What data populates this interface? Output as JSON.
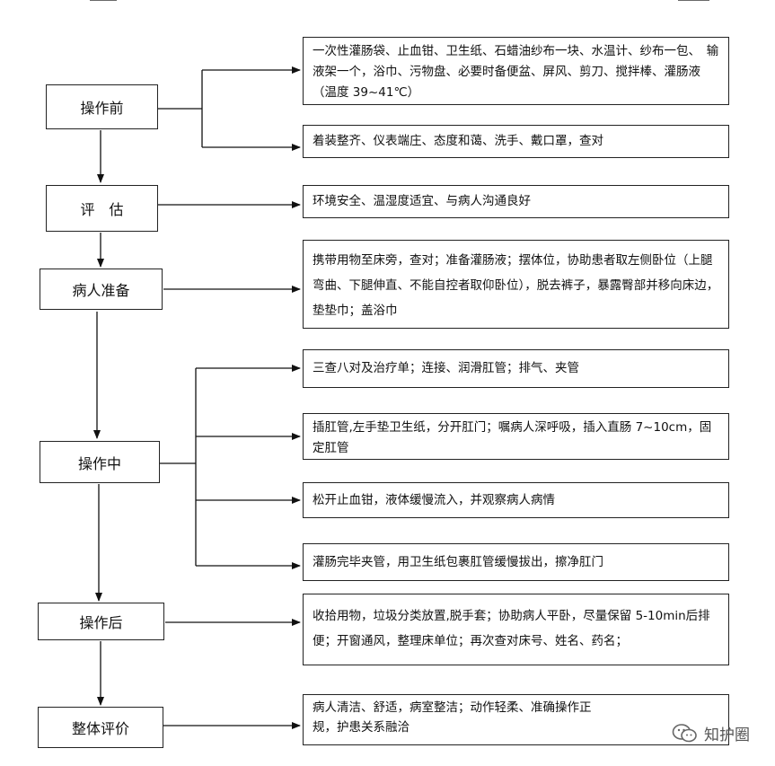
{
  "steps": {
    "before": "操作前",
    "assess": "评　估",
    "prepare": "病人准备",
    "during": "操作中",
    "after": "操作后",
    "evaluate": "整体评价"
  },
  "details": {
    "before_1": "一次性灌肠袋、止血钳、卫生纸、石蜡油纱布一块、水温计、纱布一包、　输液架一个，浴巾、污物盘、必要时备便盆、屏风、剪刀、搅拌棒、灌肠液（温度 39~41℃）",
    "before_2": "着装整齐、仪表端庄、态度和蔼、洗手、戴口罩，查对",
    "assess_1": "环境安全、温湿度适宜、与病人沟通良好",
    "prepare_1": "携带用物至床旁，查对；准备灌肠液；摆体位，协助患者取左侧卧位（上腿弯曲、下腿伸直、不能自控者取仰卧位），脱去裤子，暴露臀部并移向床边，垫垫巾；盖浴巾",
    "during_1": "三查八对及治疗单；连接、润滑肛管；排气、夹管",
    "during_2": "插肛管,左手垫卫生纸，分开肛门；嘱病人深呼吸，插入直肠 7~10cm，固定肛管",
    "during_3": "松开止血钳，液体缓慢流入，并观察病人病情",
    "during_4": "灌肠完毕夹管，用卫生纸包裹肛管缓慢拔出，擦净肛门",
    "after_1": "收拾用物，垃圾分类放置,脱手套；协助病人平卧，尽量保留 5-10min后排便；开窗通风，整理床单位；再次查对床号、姓名、药名；",
    "evaluate_1": "病人清洁、舒适，病室整洁；动作轻柔、准确操作正规，护患关系融洽"
  },
  "watermark": "知护圈"
}
